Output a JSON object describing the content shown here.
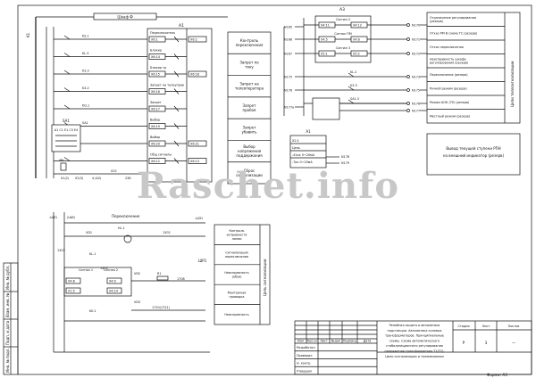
{
  "top_bus": {
    "label": "Шкаф Ф",
    "feed": "A1",
    "side": "K1"
  },
  "left_panel": {
    "module_title": "A1",
    "rows": [
      {
        "key": "KS.1",
        "top": "Переключатель",
        "term": "X6:1",
        "out": "X6:2"
      },
      {
        "key": "KL.3",
        "top": "Блокир",
        "term": "X6:14",
        "out": ""
      },
      {
        "key": "K3.3",
        "top": "Блокир тр",
        "term": "X6:15",
        "out": "X6:18"
      },
      {
        "key": "K3.2",
        "top": "Запрет на телеуправ",
        "term": "X6:16",
        "out": ""
      },
      {
        "key": "KQ.1",
        "top": "Запрет",
        "term": "X6:17",
        "out": ""
      },
      {
        "key": "SA1",
        "top": "Выбор",
        "term": "X6:19",
        "out": ""
      },
      {
        "key": "",
        "top": "Выбор",
        "term": "X6:20",
        "out": "X6:21"
      },
      {
        "key": "",
        "top": "Общ сигналы",
        "term": "X6:12",
        "out": "X6:13"
      }
    ],
    "switch_label": "SA1",
    "switch_contacts": "A1 C1 E1 C3 E4",
    "bottom_labels": [
      "X1(2)",
      "X2(3)",
      "4 (A2)",
      "X22",
      "238",
      "SBI"
    ]
  },
  "func_panel": [
    "Контроль переключения",
    "Запрет по току",
    "Запрет на телеоператора",
    "Запрет пробоя",
    "Запрет убавить",
    "Выбор напряжения поддержания",
    "Сброс сигнализации"
  ],
  "right_top": {
    "module_title": "A3",
    "blocks": [
      {
        "name": "Сигнал 2",
        "in": "X4:11",
        "out": "X4:12"
      },
      {
        "name": "Сигнал ПМ",
        "in": "X4:5",
        "out": "X4:6"
      },
      {
        "name": "Сигнал 3",
        "in": "X5:1",
        "out": "X5:2"
      }
    ],
    "relays": [
      "KL.2",
      "K3.3",
      "SA1.3"
    ],
    "left_wires": [
      "N165",
      "N166",
      "N167",
      "N175",
      "N176",
      "N177a"
    ],
    "right_wires": [
      "N170",
      "N171",
      "N172",
      "N173",
      "N175",
      "N176",
      "N177",
      "N178",
      "N179"
    ],
    "analog_title": "A1",
    "analog_rows": [
      "X2:1",
      "Цепь",
      "-41ох 0÷20мА",
      "-Тох 0÷20мА"
    ]
  },
  "legend": [
    "Ограничение регулирования (резерв)",
    "Отказ РМ В схеме ТС (резерв)",
    "Отказ переключения",
    "Неисправность шкафа регулирования (резерв)",
    "Переключение (резерв)",
    "Ручной режим (резерв)",
    "Режим АОК (ТУ) (резерв)",
    "Местный режим (резерв)"
  ],
  "legend_side": "Цепи телесигнализации",
  "info_box": "Вывод текущей ступени РПН на внешний индикатор (резерв)",
  "bottom_left": {
    "wires": [
      "-ШЗ1",
      "(ШИ)",
      "-ШЗ1",
      "1303",
      "1302",
      "1305",
      "1708",
      "1720(1721)",
      "ШР1"
    ],
    "label": "Переключение",
    "keys": [
      "HL.1",
      "VD1",
      "KL.1",
      "VD2",
      "R1",
      "VD3",
      "KK.1"
    ],
    "terms": [
      "X4:8",
      "X4:9",
      "X1:5",
      "X4:14"
    ],
    "blocks": [
      "Сигнал 1",
      "Сигнал 2"
    ]
  },
  "bottom_table": [
    "Контроль исправности линии",
    "Сигнализация переключения",
    "Неисправность (обув)",
    "Монтажная проводка",
    "Неисправность"
  ],
  "bottom_table_side": "Цепь сигнализации",
  "title_block": {
    "left_cells": [
      "Разработал",
      "Проверил",
      "Н. контр.",
      "Утвердил"
    ],
    "col_headers": [
      "Изм",
      "Кол.уч",
      "Лист",
      "№док",
      "Подпись",
      "Дата"
    ],
    "title": "Релейная защита и автоматика подстанции. Автоматика силовых трансформаторов. Принципиальные схемы. Схема автоматического стабилизационного регулирования напряжения трансформатора Т1(Т2). Цепи сигнализации и телемеханики",
    "stage_label": "Стадия",
    "stage_value": "Р",
    "sheet_label": "Лист",
    "sheet_value": "3",
    "sheets_label": "Листов",
    "sheets_value": "—"
  },
  "side_strip": [
    "Инв. № подл.",
    "Подп. и дата",
    "Взам. инв. №",
    "Инв. № дубл."
  ],
  "format": "Формат А3",
  "watermark": "Raschet.info"
}
